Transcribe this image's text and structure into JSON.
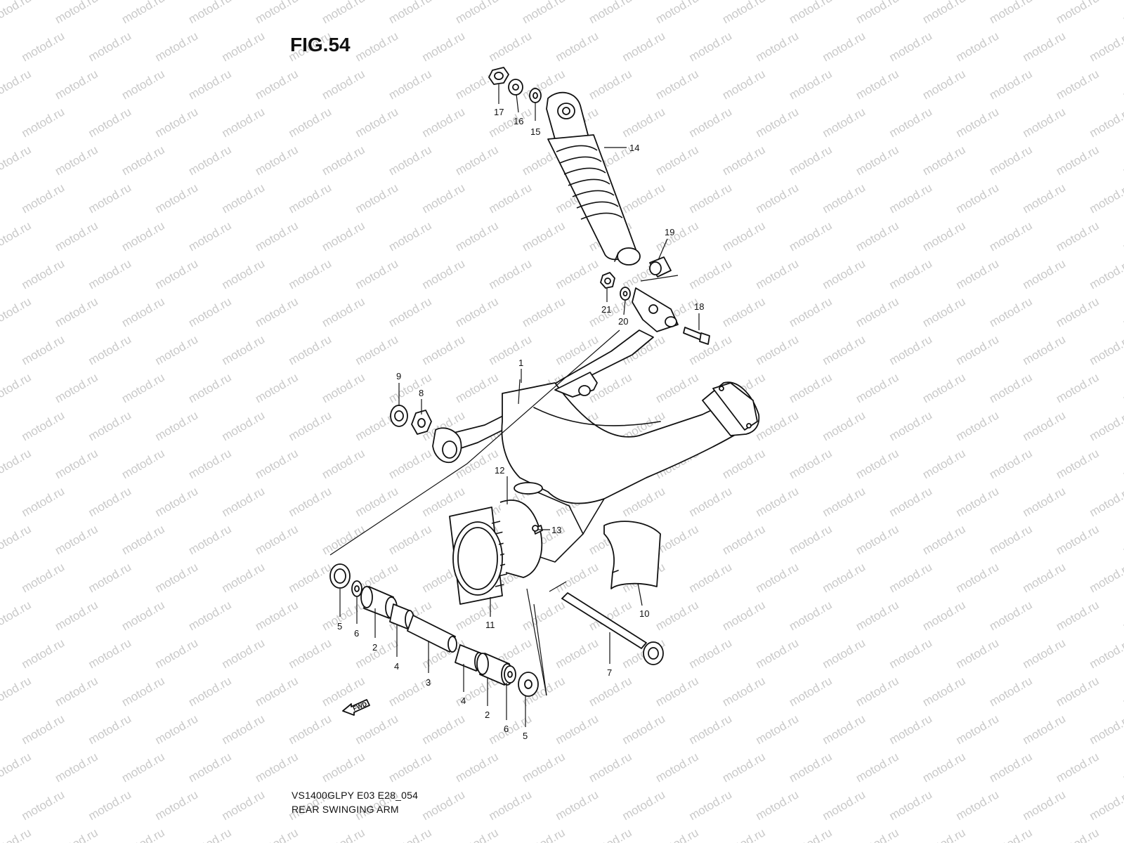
{
  "figure": {
    "title": "FIG.54",
    "model_code": "VS1400GLPY E03 E28_054",
    "caption": "REAR SWINGING ARM"
  },
  "watermark": {
    "text": "motod.ru"
  },
  "direction_indicator": {
    "label": "FWD"
  },
  "callouts": [
    "17",
    "16",
    "15",
    "14",
    "19",
    "21",
    "20",
    "18",
    "1",
    "9",
    "8",
    "12",
    "13",
    "5",
    "6",
    "2",
    "4",
    "3",
    "4",
    "2",
    "6",
    "5",
    "11",
    "10",
    "7"
  ],
  "colors": {
    "line": "#111111",
    "watermark": "#c9c9c9",
    "background": "#ffffff"
  }
}
